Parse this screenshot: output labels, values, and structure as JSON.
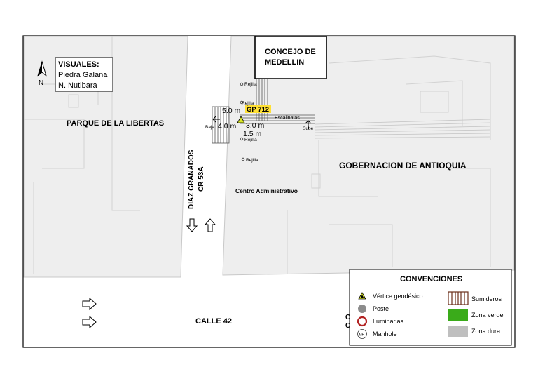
{
  "colors": {
    "block_fill": "#eeeeee",
    "block_line": "#c8c8c8",
    "street": "#ffffff",
    "frame": "#000000",
    "centro_text": "#4a8a1e",
    "gp_label_bg": "#ffe033",
    "gp_label_text": "#c00000",
    "vertex_fill": "#d9e62a",
    "zona_verde": "#3aab1a",
    "zona_dura": "#bfbfbf",
    "luminaria_ring": "#b22222",
    "poste_fill": "#8c8c8c",
    "sumidero_line": "#6b2f1a"
  },
  "north_arrow": {
    "label": "N",
    "icon": "north-arrow-icon"
  },
  "visuales": {
    "title": "VISUALES:",
    "items": [
      "Piedra Galana",
      "N. Nutibara"
    ]
  },
  "labels": {
    "concejo_line1": "CONCEJO DE",
    "concejo_line2": "MEDELLIN",
    "parque": "PARQUE DE LA LIBERTAS",
    "gobernacion": "GOBERNACION DE ANTIOQUIA",
    "street_vertical_line1": "DIAZ GRANADOS",
    "street_vertical_line2": "CR 53A",
    "calle": "CALLE 42",
    "centro": "Centro Administrativo",
    "gp": "GP 712",
    "escalinatas": "Escalinatas",
    "sube": "Sube",
    "baja": "Baja",
    "dim_5": "5.0 m",
    "dim_4": "4.0 m",
    "dim_3": "3.0 m",
    "dim_15": "1.5 m",
    "rejilla": [
      "Rejilla",
      "Rejilla",
      "Rejilla",
      "Rejilla"
    ],
    "partial_c": "C",
    "partial_c2": "C"
  },
  "legend": {
    "title": "CONVENCIONES",
    "items": [
      {
        "label": "Vértice geodésico",
        "icon": "vertex-triangle-icon"
      },
      {
        "label": "Poste",
        "icon": "poste-circle-icon"
      },
      {
        "label": "Luminarias",
        "icon": "luminaria-ring-icon"
      },
      {
        "label": "Manhole",
        "icon": "manhole-icon",
        "symbol": "MH"
      },
      {
        "label": "Sumideros",
        "icon": "sumidero-grate-icon"
      },
      {
        "label": "Zona verde",
        "icon": "zona-verde-swatch"
      },
      {
        "label": "Zona dura",
        "icon": "zona-dura-swatch"
      }
    ]
  }
}
